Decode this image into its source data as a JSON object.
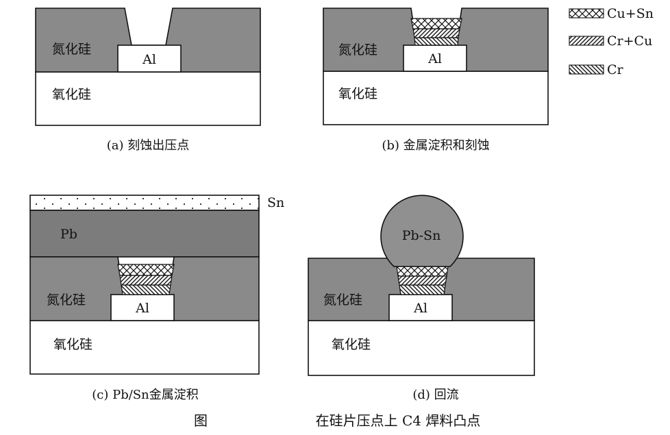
{
  "panels": [
    {
      "id": "a",
      "caption": "(a) 刻蚀出压点",
      "labels": {
        "nitride": "氮化硅",
        "oxide": "氧化硅",
        "pad": "Al"
      }
    },
    {
      "id": "b",
      "caption": "(b) 金属淀积和刻蚀",
      "labels": {
        "nitride": "氮化硅",
        "oxide": "氧化硅",
        "pad": "Al"
      }
    },
    {
      "id": "c",
      "caption": "(c) Pb/Sn金属淀积",
      "labels": {
        "nitride": "氮化硅",
        "oxide": "氧化硅",
        "pad": "Al",
        "lead": "Pb",
        "tin": "Sn"
      }
    },
    {
      "id": "d",
      "caption": "(d) 回流",
      "labels": {
        "nitride": "氮化硅",
        "oxide": "氧化硅",
        "pad": "Al",
        "bump": "Pb-Sn"
      }
    }
  ],
  "legend": [
    {
      "pattern": "cross-hatch",
      "label": "Cu+Sn"
    },
    {
      "pattern": "diagonal-hatch",
      "label": "Cr+Cu"
    },
    {
      "pattern": "reverse-hatch",
      "label": "Cr"
    }
  ],
  "figure": {
    "label": "图",
    "title": "在硅片压点上 C4 焊料凸点"
  },
  "colors": {
    "nitride": "#8a8a8a",
    "lead": "#7c7c7c",
    "bump": "#909090",
    "oxide": "#ffffff",
    "outline": "#111111"
  }
}
